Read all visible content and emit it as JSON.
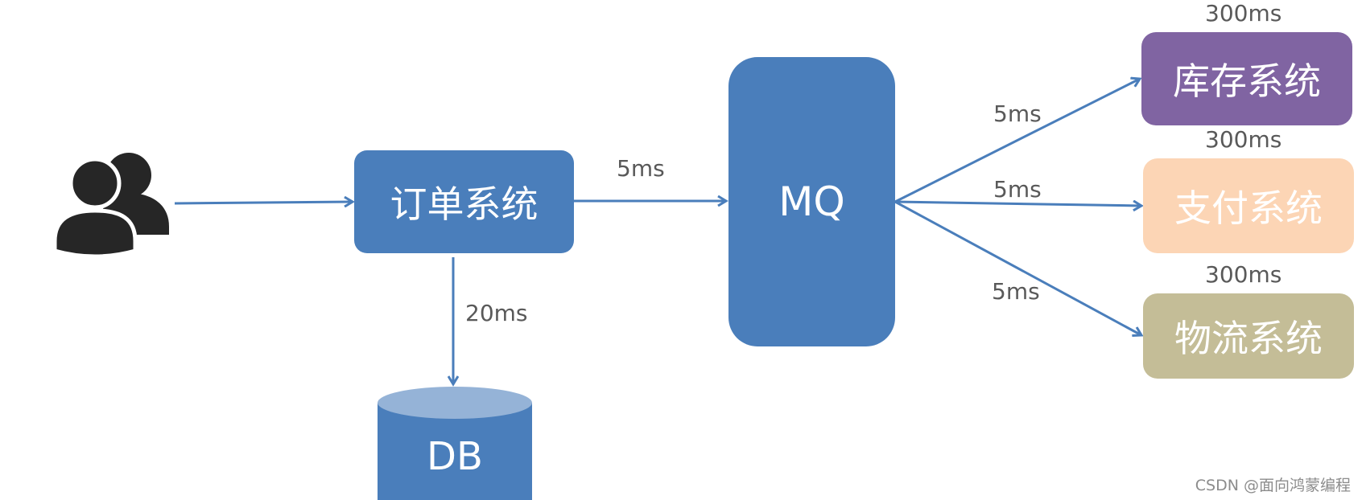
{
  "nodes": {
    "order": "订单系统",
    "mq": "MQ",
    "inventory": "库存系统",
    "payment": "支付系统",
    "logistics": "物流系统",
    "db": "DB"
  },
  "edge_labels": {
    "order_to_mq": "5ms",
    "order_to_db": "20ms",
    "mq_to_inventory": "5ms",
    "mq_to_payment": "5ms",
    "mq_to_logistics": "5ms",
    "inventory_time": "300ms",
    "payment_time": "300ms",
    "logistics_time": "300ms"
  },
  "watermark": "CSDN @面向鸿蒙编程",
  "colors": {
    "primary_blue": "#4a7ebb",
    "inventory_purple": "#8064a2",
    "payment_peach": "#fcd5b5",
    "logistics_khaki": "#c4bd97",
    "db_top": "#95b3d7",
    "user_icon": "#262626"
  },
  "icons": {
    "users": "users-icon"
  }
}
